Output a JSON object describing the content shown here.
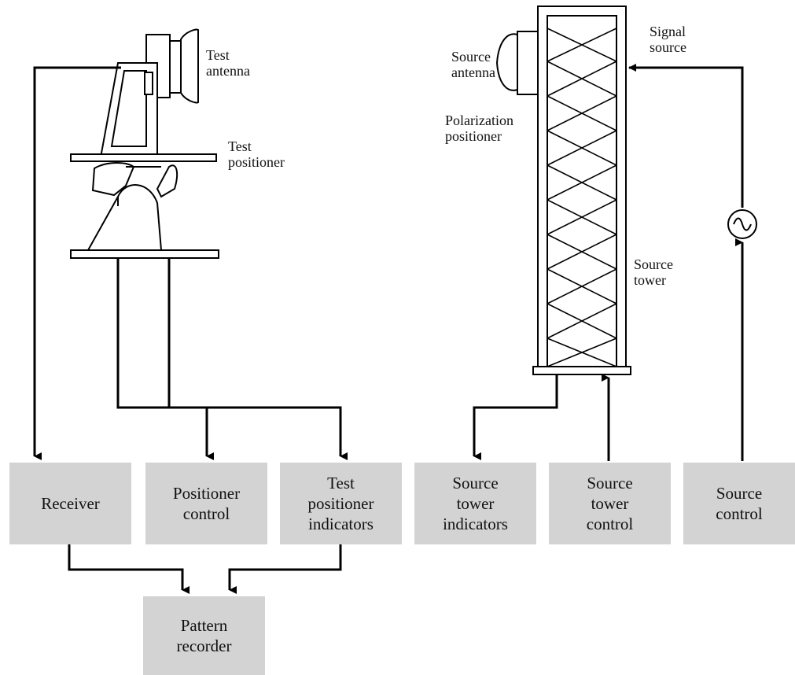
{
  "labels": {
    "test_antenna": "Test\nantenna",
    "test_positioner": "Test\npositioner",
    "source_antenna": "Source\nantenna",
    "polarization_positioner": "Polarization\npositioner",
    "signal_source": "Signal\nsource",
    "source_tower": "Source\ntower"
  },
  "boxes": {
    "receiver": "Receiver",
    "positioner_control": "Positioner\ncontrol",
    "test_positioner_indicators": "Test\npositioner\nindicators",
    "source_tower_indicators": "Source\ntower\nindicators",
    "source_tower_control": "Source\ntower\ncontrol",
    "source_control": "Source\ncontrol",
    "pattern_recorder": "Pattern\nrecorder"
  },
  "colors": {
    "box_fill": "#d3d3d3",
    "line": "#000000"
  },
  "icons": {
    "signal_generator": "sine-source-icon"
  }
}
